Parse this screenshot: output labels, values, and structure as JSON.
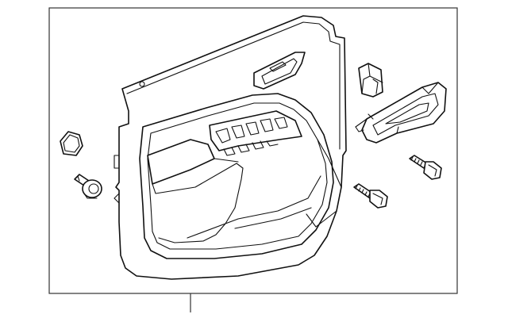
{
  "diagram": {
    "parts": [
      {
        "id": "door-trim-panel",
        "icon": "door-panel-icon"
      },
      {
        "id": "pull-handle-cover",
        "icon": "handle-cover-icon"
      },
      {
        "id": "clip-cap",
        "icon": "clip-icon"
      },
      {
        "id": "inside-handle",
        "icon": "inside-handle-icon"
      },
      {
        "id": "bolt-right",
        "icon": "bolt-icon"
      },
      {
        "id": "bolt-center",
        "icon": "bolt-icon"
      },
      {
        "id": "nut",
        "icon": "hex-nut-icon"
      },
      {
        "id": "push-retainer",
        "icon": "retainer-icon"
      }
    ],
    "colors": {
      "line": "#111111",
      "background": "#ffffff",
      "frame": "#333333"
    }
  }
}
